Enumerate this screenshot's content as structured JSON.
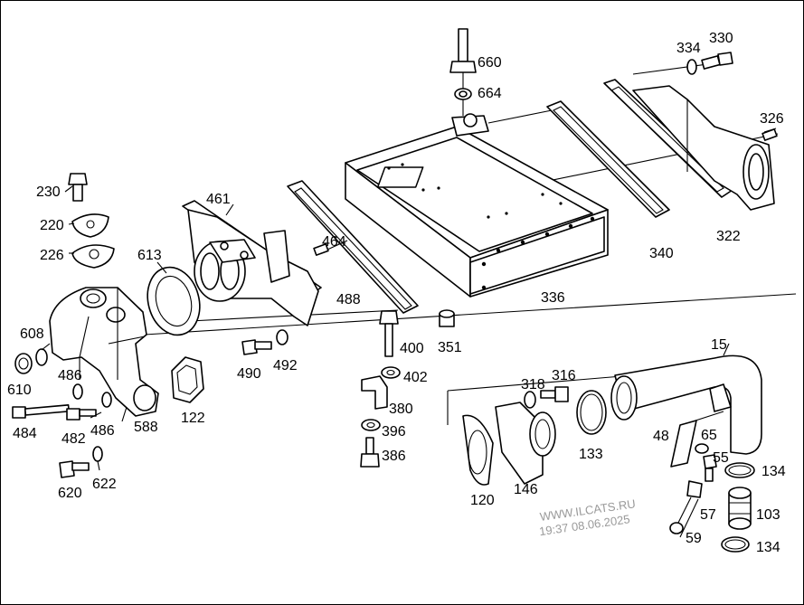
{
  "diagram": {
    "callouts": [
      {
        "id": "660",
        "text": "660"
      },
      {
        "id": "664",
        "text": "664"
      },
      {
        "id": "334",
        "text": "334"
      },
      {
        "id": "330",
        "text": "330"
      },
      {
        "id": "326",
        "text": "326"
      },
      {
        "id": "230",
        "text": "230"
      },
      {
        "id": "220",
        "text": "220"
      },
      {
        "id": "226",
        "text": "226"
      },
      {
        "id": "461",
        "text": "461"
      },
      {
        "id": "613",
        "text": "613"
      },
      {
        "id": "464",
        "text": "464"
      },
      {
        "id": "488",
        "text": "488"
      },
      {
        "id": "336",
        "text": "336"
      },
      {
        "id": "340",
        "text": "340"
      },
      {
        "id": "322",
        "text": "322"
      },
      {
        "id": "608",
        "text": "608"
      },
      {
        "id": "610",
        "text": "610"
      },
      {
        "id": "486a",
        "text": "486"
      },
      {
        "id": "486b",
        "text": "486"
      },
      {
        "id": "484",
        "text": "484"
      },
      {
        "id": "482",
        "text": "482"
      },
      {
        "id": "588",
        "text": "588"
      },
      {
        "id": "122",
        "text": "122"
      },
      {
        "id": "490",
        "text": "490"
      },
      {
        "id": "492",
        "text": "492"
      },
      {
        "id": "400",
        "text": "400"
      },
      {
        "id": "351",
        "text": "351"
      },
      {
        "id": "402",
        "text": "402"
      },
      {
        "id": "380",
        "text": "380"
      },
      {
        "id": "396",
        "text": "396"
      },
      {
        "id": "386",
        "text": "386"
      },
      {
        "id": "620",
        "text": "620"
      },
      {
        "id": "622",
        "text": "622"
      },
      {
        "id": "15",
        "text": "15"
      },
      {
        "id": "318",
        "text": "318"
      },
      {
        "id": "316",
        "text": "316"
      },
      {
        "id": "133",
        "text": "133"
      },
      {
        "id": "48",
        "text": "48"
      },
      {
        "id": "65",
        "text": "65"
      },
      {
        "id": "55",
        "text": "55"
      },
      {
        "id": "134a",
        "text": "134"
      },
      {
        "id": "120",
        "text": "120"
      },
      {
        "id": "146",
        "text": "146"
      },
      {
        "id": "57",
        "text": "57"
      },
      {
        "id": "103",
        "text": "103"
      },
      {
        "id": "59",
        "text": "59"
      },
      {
        "id": "134b",
        "text": "134"
      }
    ],
    "watermark": {
      "line1": "WWW.ILCATS.RU",
      "line2": "19:37 08.06.2025"
    }
  }
}
